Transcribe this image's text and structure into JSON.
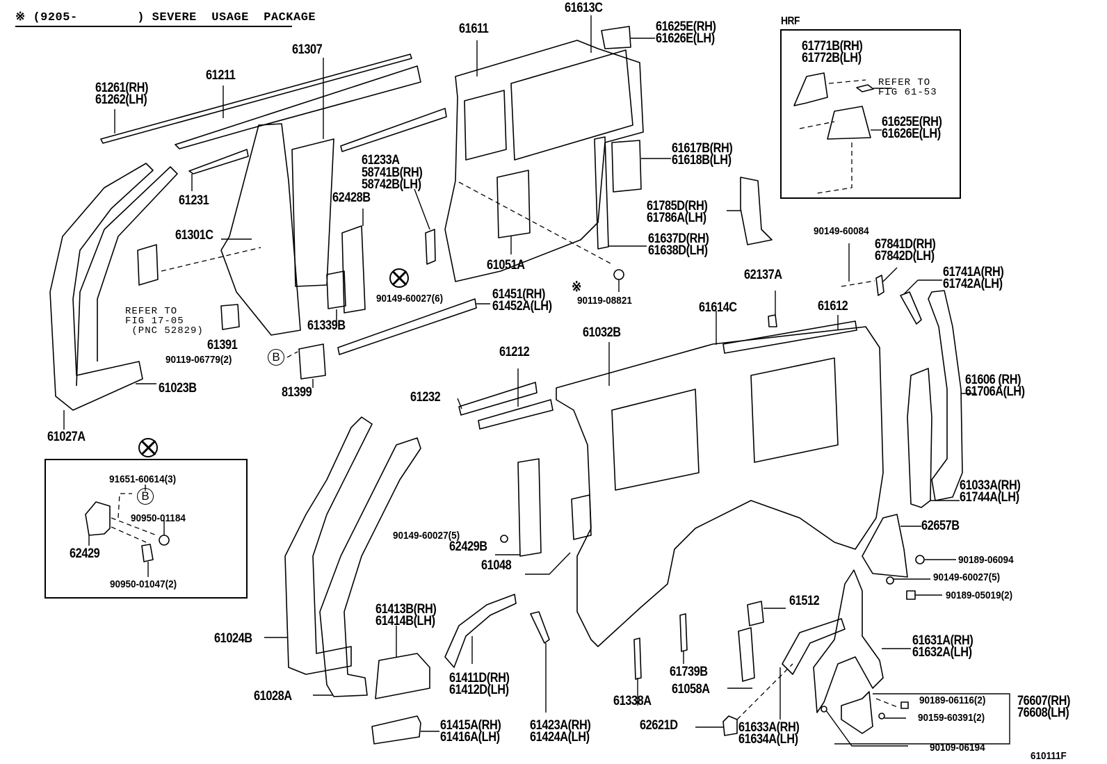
{
  "header": {
    "title": "※ (9205-        ) SEVERE  USAGE  PACKAGE",
    "inset_hrf_label": "HRF",
    "figure_code": "610111F"
  },
  "symbols": {
    "asterisk": "※",
    "circle_b": "B",
    "circle_x": "x-circle"
  },
  "labels": [
    {
      "id": "61261",
      "text": "61261(RH)\n61262(LH)"
    },
    {
      "id": "61211",
      "text": "61211"
    },
    {
      "id": "61307",
      "text": "61307"
    },
    {
      "id": "61611",
      "text": "61611"
    },
    {
      "id": "61613C",
      "text": "61613C"
    },
    {
      "id": "61625E-top",
      "text": "61625E(RH)\n61626E(LH)"
    },
    {
      "id": "61231",
      "text": "61231"
    },
    {
      "id": "61233A",
      "text": "61233A"
    },
    {
      "id": "58741B",
      "text": "58741B(RH)\n58742B(LH)"
    },
    {
      "id": "62428B",
      "text": "62428B"
    },
    {
      "id": "61617B",
      "text": "61617B(RH)\n61618B(LH)"
    },
    {
      "id": "61785D",
      "text": "61785D(RH)\n61786A(LH)"
    },
    {
      "id": "61301C",
      "text": "61301C"
    },
    {
      "id": "61637D",
      "text": "61637D(RH)\n61638D(LH)"
    },
    {
      "id": "61051A",
      "text": "61051A"
    },
    {
      "id": "90149-60084",
      "text": "90149-60084"
    },
    {
      "id": "67841D",
      "text": "67841D(RH)\n67842D(LH)"
    },
    {
      "id": "61741A",
      "text": "61741A(RH)\n61742A(LH)"
    },
    {
      "id": "62137A",
      "text": "62137A"
    },
    {
      "id": "61451",
      "text": "61451(RH)\n61452A(LH)"
    },
    {
      "id": "90119-08821",
      "text": "90119-08821"
    },
    {
      "id": "90149-60027-6",
      "text": "90149-60027(6)"
    },
    {
      "id": "61614C",
      "text": "61614C"
    },
    {
      "id": "61612",
      "text": "61612"
    },
    {
      "id": "61339B",
      "text": "61339B"
    },
    {
      "id": "61391",
      "text": "61391"
    },
    {
      "id": "61032B",
      "text": "61032B"
    },
    {
      "id": "90119-06779",
      "text": "90119-06779(2)"
    },
    {
      "id": "61212",
      "text": "61212"
    },
    {
      "id": "61023B",
      "text": "61023B"
    },
    {
      "id": "81399",
      "text": "81399"
    },
    {
      "id": "61232",
      "text": "61232"
    },
    {
      "id": "61606",
      "text": "61606 (RH)\n61706A(LH)"
    },
    {
      "id": "61027A",
      "text": "61027A"
    },
    {
      "id": "61033A",
      "text": "61033A(RH)\n61744A(LH)"
    },
    {
      "id": "62657B",
      "text": "62657B"
    },
    {
      "id": "90149-60027-5a",
      "text": "90149-60027(5)"
    },
    {
      "id": "62429B",
      "text": "62429B"
    },
    {
      "id": "61048",
      "text": "61048"
    },
    {
      "id": "90189-06094",
      "text": "90189-06094"
    },
    {
      "id": "90149-60027-5b",
      "text": "90149-60027(5)"
    },
    {
      "id": "90189-05019",
      "text": "90189-05019(2)"
    },
    {
      "id": "61512",
      "text": "61512"
    },
    {
      "id": "61413B",
      "text": "61413B(RH)\n61414B(LH)"
    },
    {
      "id": "61631A",
      "text": "61631A(RH)\n61632A(LH)"
    },
    {
      "id": "61024B",
      "text": "61024B"
    },
    {
      "id": "61411D",
      "text": "61411D(RH)\n61412D(LH)"
    },
    {
      "id": "61739B",
      "text": "61739B"
    },
    {
      "id": "61058A",
      "text": "61058A"
    },
    {
      "id": "61028A",
      "text": "61028A"
    },
    {
      "id": "61338A",
      "text": "61338A"
    },
    {
      "id": "90189-06116",
      "text": "90189-06116(2)"
    },
    {
      "id": "76607",
      "text": "76607(RH)\n76608(LH)"
    },
    {
      "id": "90159-60391",
      "text": "90159-60391(2)"
    },
    {
      "id": "61415A",
      "text": "61415A(RH)\n61416A(LH)"
    },
    {
      "id": "61423A",
      "text": "61423A(RH)\n61424A(LH)"
    },
    {
      "id": "62621D",
      "text": "62621D"
    },
    {
      "id": "61633A",
      "text": "61633A(RH)\n61634A(LH)"
    },
    {
      "id": "90109-06194",
      "text": "90109-06194"
    }
  ],
  "notes": {
    "refer_17_05": "REFER TO\nFIG 17-05\n (PNC 52829)",
    "refer_61_53": "REFER TO\nFIG 61-53"
  },
  "inset_hrf": {
    "labels": [
      "61771B(RH)\n61772B(LH)",
      "61625E(RH)\n61626E(LH)"
    ]
  },
  "inset_severe": {
    "labels": [
      "91651-60614(3)",
      "90950-01184",
      "62429",
      "90950-01047(2)"
    ]
  }
}
